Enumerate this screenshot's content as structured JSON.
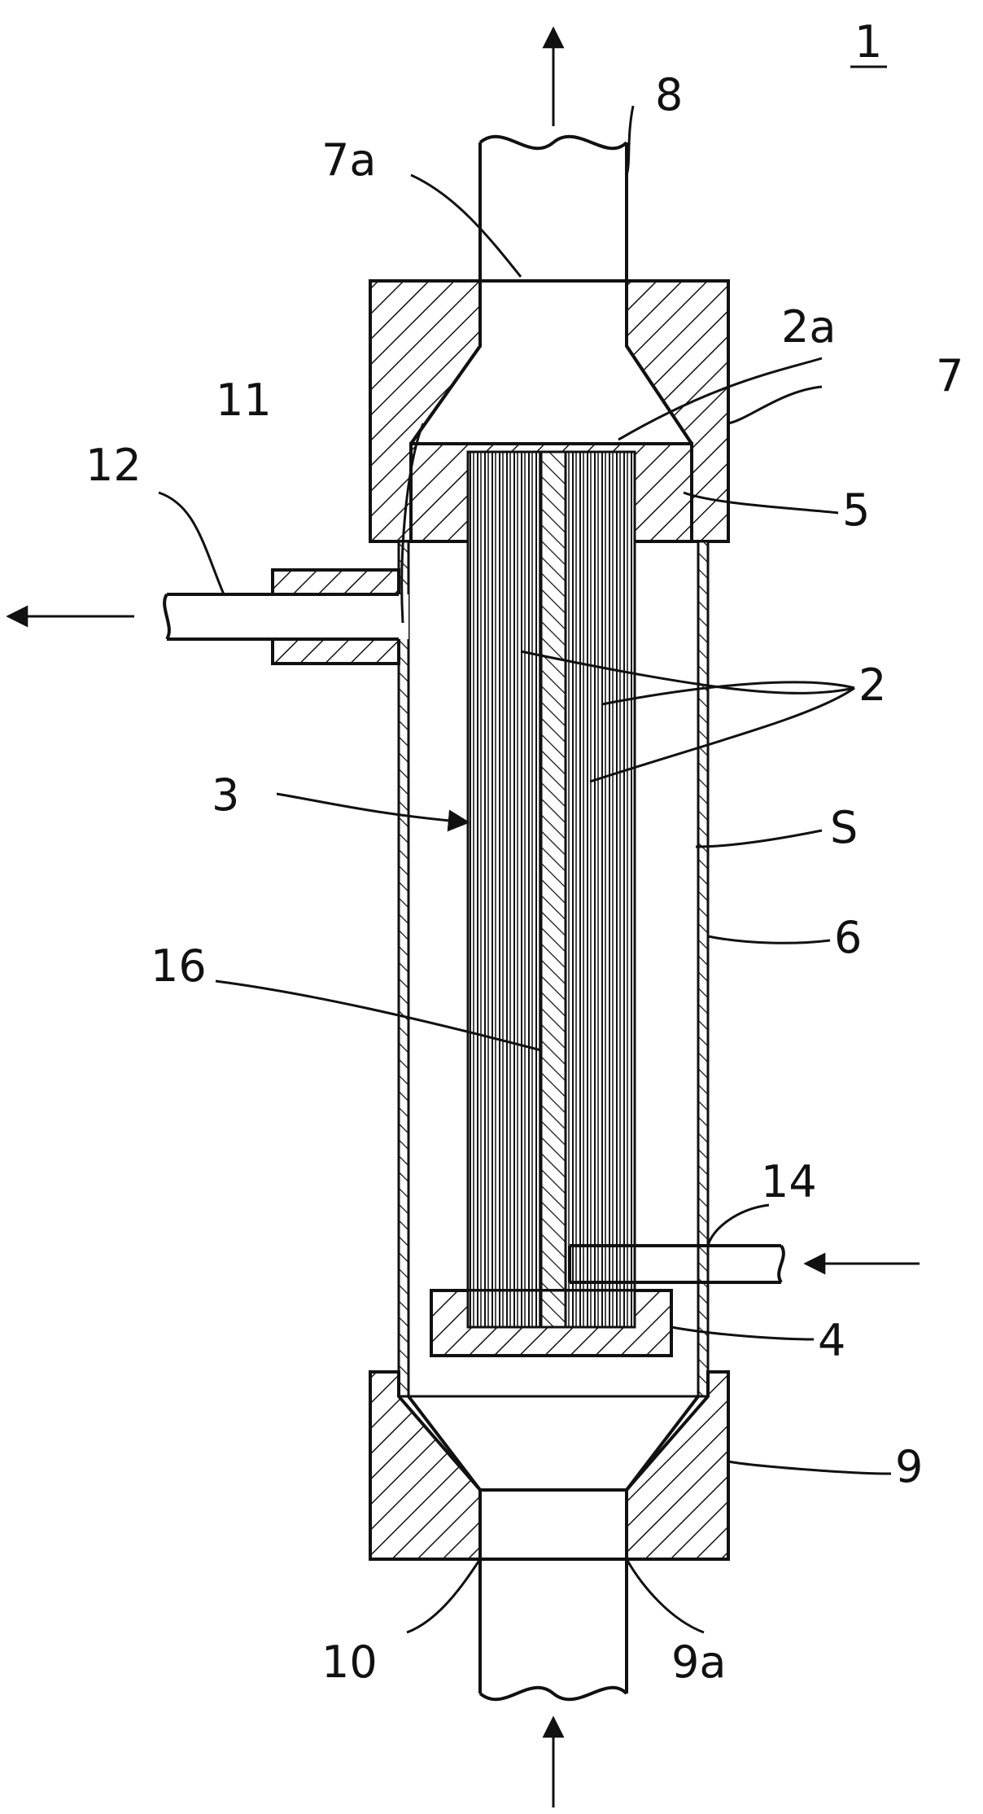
{
  "diagram": {
    "figure_label": "1",
    "labels": {
      "outlet_pipe": "8",
      "outlet_port": "7a",
      "upper_header": "7",
      "fiber_end": "2a",
      "upper_potting": "5",
      "side_port": "11",
      "side_pipe": "12",
      "hollow_fibers": "2",
      "fiber_bundle": "3",
      "space": "S",
      "housing": "6",
      "center_tube": "16",
      "inlet_pipe_side": "14",
      "lower_potting": "4",
      "lower_header": "9",
      "inlet_port": "9a",
      "inlet_pipe": "10"
    }
  }
}
